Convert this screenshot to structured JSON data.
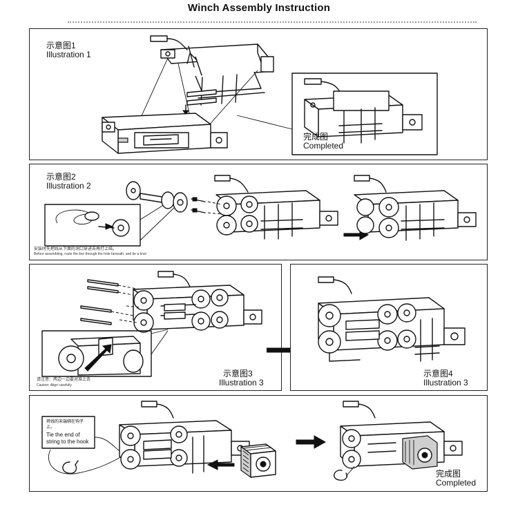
{
  "header": {
    "title": "Winch Assembly Instruction"
  },
  "panels": [
    {
      "label_cn": "示意图1",
      "label_en": "Illustration 1",
      "completed_cn": "完成图",
      "completed_en": "Completed"
    },
    {
      "label_cn": "示意图2",
      "label_en": "Illustration 2",
      "note_cn": "安装时先把线从下面的洞口穿进去再打上结。",
      "note_en": "Before assembling, route the line through the hole beneath, and tie a knot"
    },
    {
      "label_cn": "示意图3",
      "label_en": "Illustration 3",
      "note_cn": "请注意：两边一边要对准上去",
      "note_en": "Caution: Align carefully"
    },
    {
      "label_cn": "示意图4",
      "label_en": "Illustration 3"
    },
    {
      "note_cn": "将线的末端绑在钩子上。",
      "note_en": "Tie the end of string to the hook",
      "completed_cn": "完成图",
      "completed_en": "Completed"
    }
  ],
  "icons": [
    "arrow-right-icon",
    "arrow-left-icon",
    "motor-icon",
    "hook-icon"
  ]
}
